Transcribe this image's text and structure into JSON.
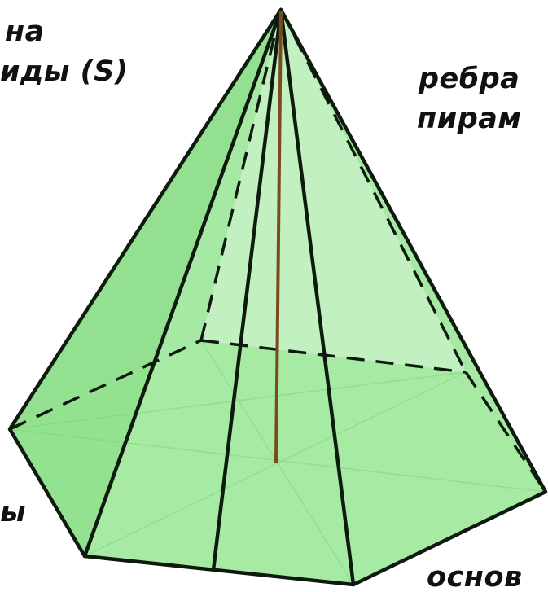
{
  "labels": {
    "apex_line1": "на",
    "apex_line2": "иды (S)",
    "edge_line1": "ребра",
    "edge_line2": "пирам",
    "left_fragment": "ы",
    "base_fragment": "основ"
  },
  "colors": {
    "face_fill": "#9ee89c",
    "base_fill": "#b8f0b4",
    "edge_stroke": "#0e1a0e",
    "height_line": "#7a4a1e",
    "background": "#ffffff"
  }
}
